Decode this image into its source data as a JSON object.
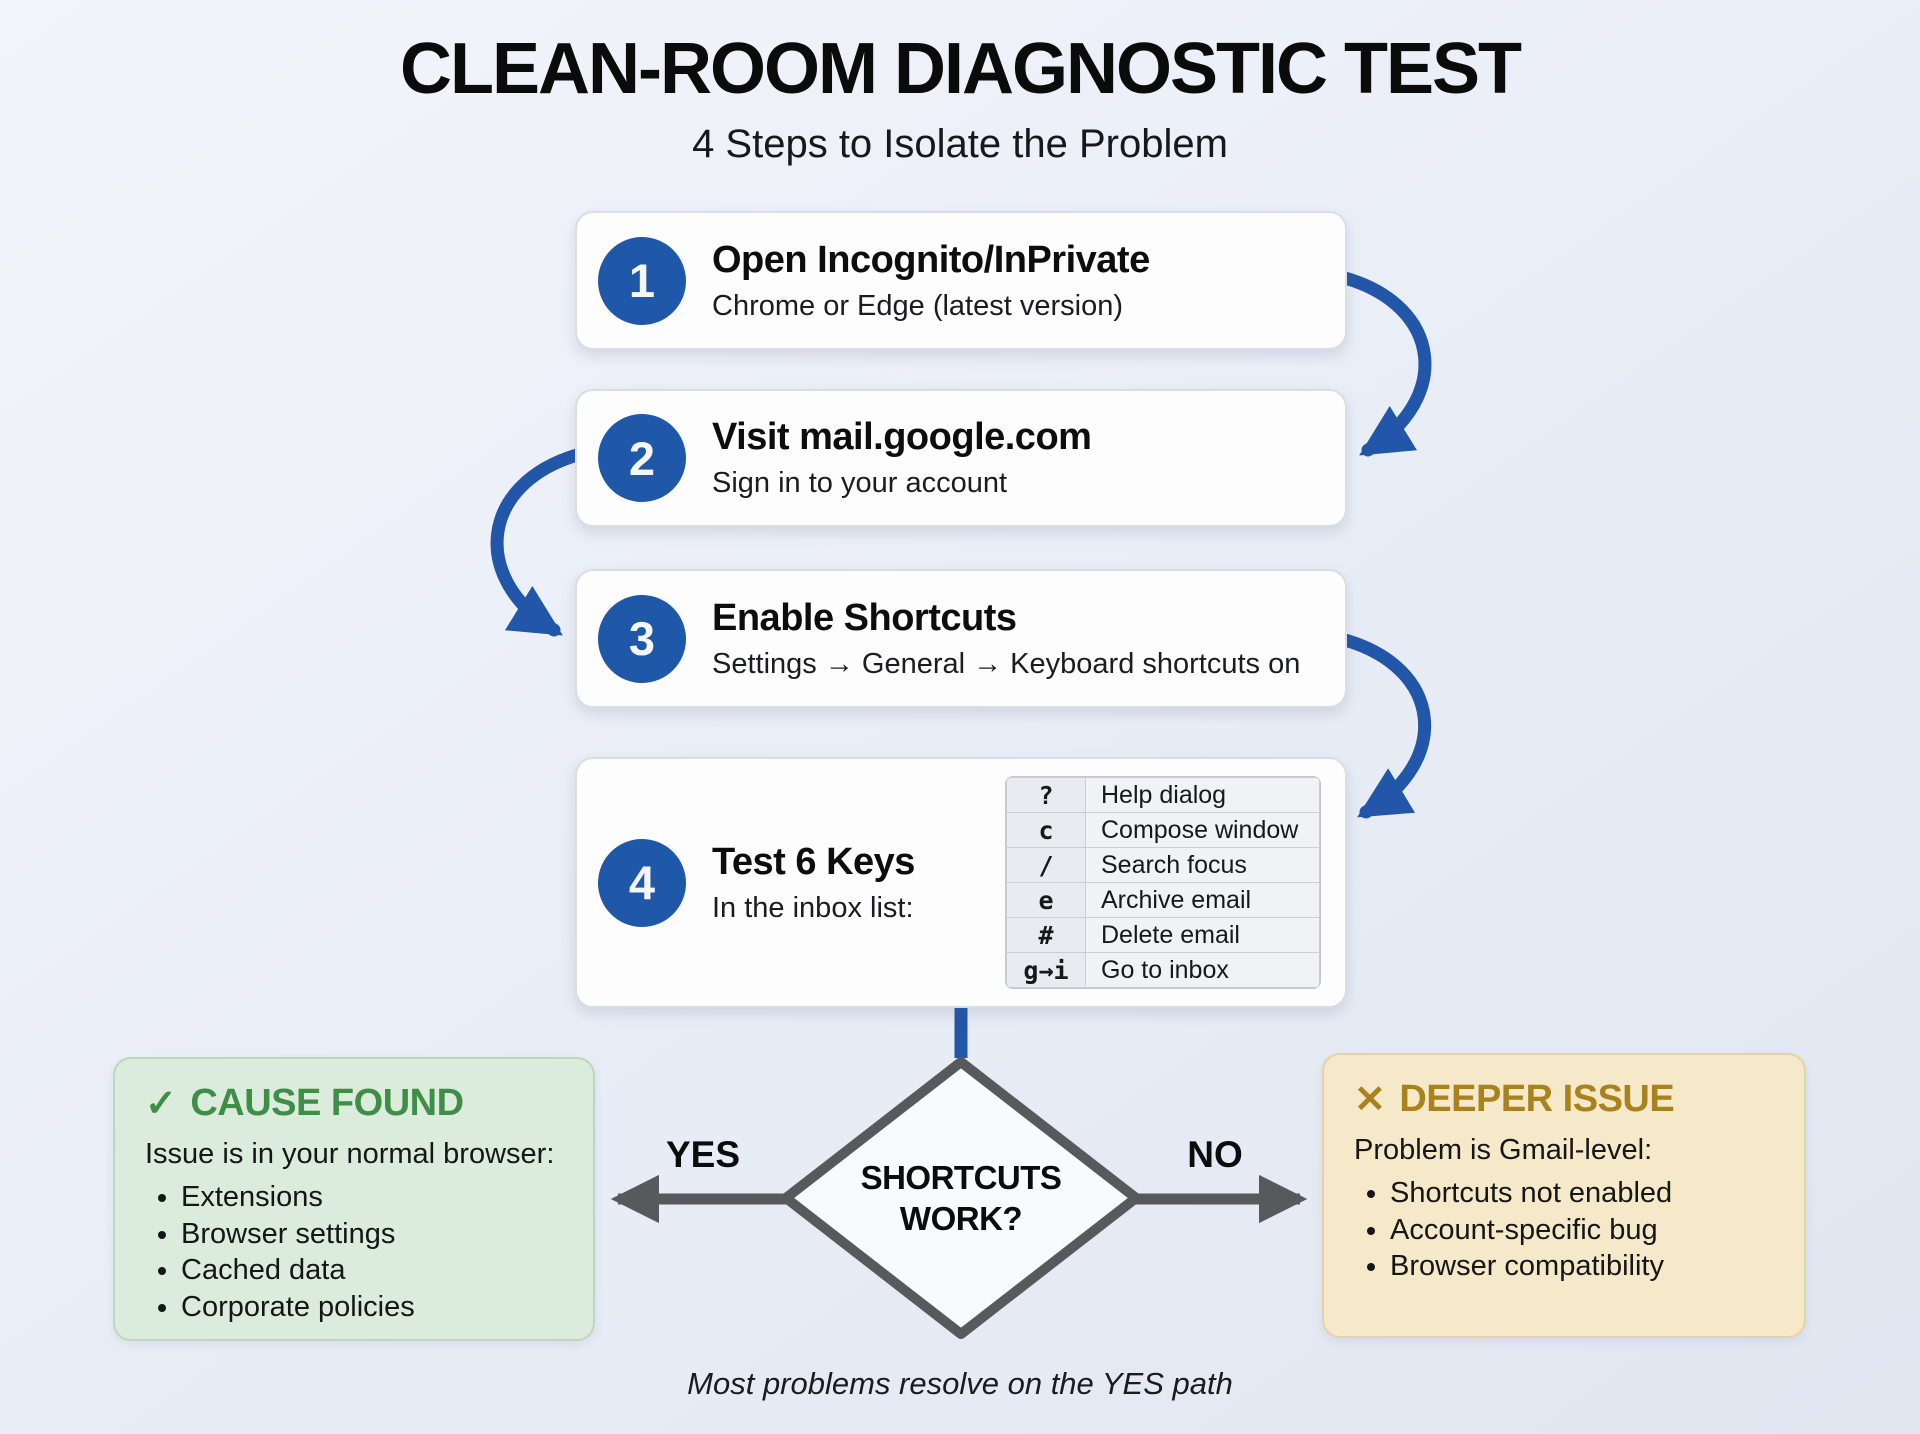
{
  "header": {
    "title": "CLEAN-ROOM DIAGNOSTIC TEST",
    "subtitle": "4 Steps to Isolate the Problem"
  },
  "steps": [
    {
      "number": "1",
      "title": "Open Incognito/InPrivate",
      "subtitle": "Chrome or Edge (latest version)"
    },
    {
      "number": "2",
      "title": "Visit mail.google.com",
      "subtitle": "Sign in to your account"
    },
    {
      "number": "3",
      "title": "Enable Shortcuts",
      "subtitle": "Settings → General → Keyboard shortcuts on"
    },
    {
      "number": "4",
      "title": "Test 6 Keys",
      "subtitle": "In the inbox list:",
      "shortcuts": [
        {
          "key": "?",
          "action": "Help dialog"
        },
        {
          "key": "c",
          "action": "Compose window"
        },
        {
          "key": "/",
          "action": "Search focus"
        },
        {
          "key": "e",
          "action": "Archive email"
        },
        {
          "key": "#",
          "action": "Delete email"
        },
        {
          "key": "g→i",
          "action": "Go to inbox"
        }
      ]
    }
  ],
  "decision": {
    "line1": "SHORTCUTS",
    "line2": "WORK?",
    "yes_label": "YES",
    "no_label": "NO"
  },
  "outcomes": {
    "yes": {
      "icon": "✓",
      "title": "CAUSE FOUND",
      "lead": "Issue is in your normal browser:",
      "bullets": [
        "Extensions",
        "Browser settings",
        "Cached data",
        "Corporate policies"
      ],
      "accent": "#3e8e48"
    },
    "no": {
      "icon": "✕",
      "title": "DEEPER ISSUE",
      "lead": "Problem is Gmail-level:",
      "bullets": [
        "Shortcuts not enabled",
        "Account-specific bug",
        "Browser compatibility"
      ],
      "accent": "#a9821e"
    }
  },
  "footnote": "Most problems resolve on the YES path",
  "colors": {
    "accent_blue": "#1f57a9",
    "arrow_blue": "#2156a8",
    "arrow_gray": "#58595c",
    "green_title": "#3e8e48",
    "gold_title": "#a9821e"
  }
}
